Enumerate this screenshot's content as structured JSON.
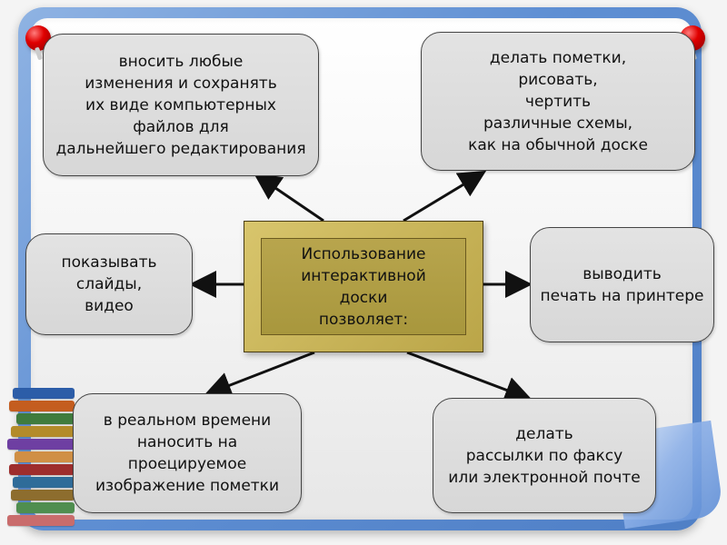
{
  "diagram": {
    "center": {
      "label": "Использование\nинтерактивной\nдоски\nпозволяет:"
    },
    "nodes": {
      "top_left": "вносить любые\nизменения и сохранять\nих виде компьютерных\nфайлов для\nдальнейшего редактирования",
      "top_right": "делать пометки,\nрисовать,\nчертить\nразличные схемы,\nкак на обычной доске",
      "middle_left": "показывать\nслайды,\nвидео",
      "middle_right": "выводить\nпечать на принтере",
      "bottom_left": "в реальном времени\nнаносить на\nпроецируемое\nизображение пометки",
      "bottom_right": "делать\nрассылки по факсу\nили электронной почте"
    }
  },
  "decor": {
    "board_frame_color": "#5f8fd3",
    "pin_color": "#e00000",
    "center_box_color": "#b8a54d",
    "node_fill_color": "#dddddd"
  }
}
